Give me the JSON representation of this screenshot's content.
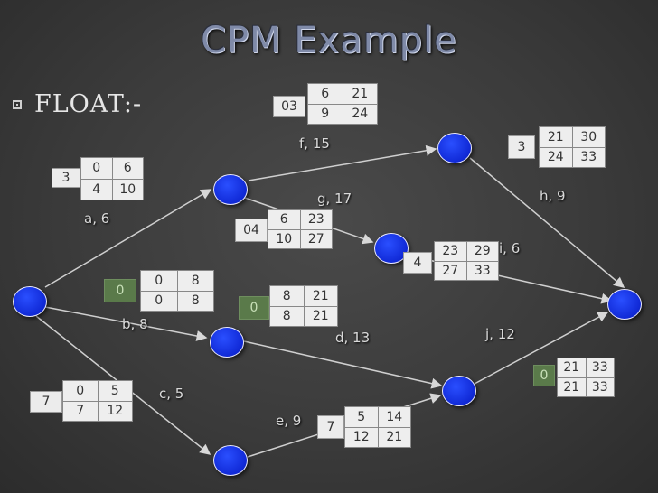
{
  "title": "CPM Example",
  "bullet": "FLOAT:-",
  "edges": [
    {
      "id": "a",
      "label": "a, 6"
    },
    {
      "id": "b",
      "label": "b, 8"
    },
    {
      "id": "c",
      "label": "c, 5"
    },
    {
      "id": "d",
      "label": "d, 13"
    },
    {
      "id": "e",
      "label": "e, 9"
    },
    {
      "id": "f",
      "label": "f, 15"
    },
    {
      "id": "g",
      "label": "g, 17"
    },
    {
      "id": "h",
      "label": "h, 9"
    },
    {
      "id": "i",
      "label": "i, 6"
    },
    {
      "id": "j",
      "label": "j, 12"
    }
  ],
  "boxes": [
    {
      "id": "box-a",
      "float": "3",
      "critical": false,
      "es": "0",
      "ef": "6",
      "ls": "4",
      "lf": "10"
    },
    {
      "id": "box-b",
      "float": "0",
      "critical": true,
      "es": "0",
      "ef": "8",
      "ls": "0",
      "lf": "8"
    },
    {
      "id": "box-c",
      "float": "7",
      "critical": false,
      "es": "0",
      "ef": "5",
      "ls": "7",
      "lf": "12"
    },
    {
      "id": "box-f",
      "float": "03",
      "critical": false,
      "es": "6",
      "ef": "21",
      "ls": "9",
      "lf": "24"
    },
    {
      "id": "box-g",
      "float": "04",
      "critical": false,
      "es": "6",
      "ef": "23",
      "ls": "10",
      "lf": "27"
    },
    {
      "id": "box-d",
      "float": "0",
      "critical": true,
      "es": "8",
      "ef": "21",
      "ls": "8",
      "lf": "21"
    },
    {
      "id": "box-e",
      "float": "7",
      "critical": false,
      "es": "5",
      "ef": "14",
      "ls": "12",
      "lf": "21"
    },
    {
      "id": "box-h",
      "float": "3",
      "critical": false,
      "es": "21",
      "ef": "30",
      "ls": "24",
      "lf": "33"
    },
    {
      "id": "box-i",
      "float": "4",
      "critical": false,
      "es": "23",
      "ef": "29",
      "ls": "27",
      "lf": "33"
    },
    {
      "id": "box-j",
      "float": "0",
      "critical": true,
      "es": "21",
      "ef": "33",
      "ls": "21",
      "lf": "33"
    }
  ]
}
